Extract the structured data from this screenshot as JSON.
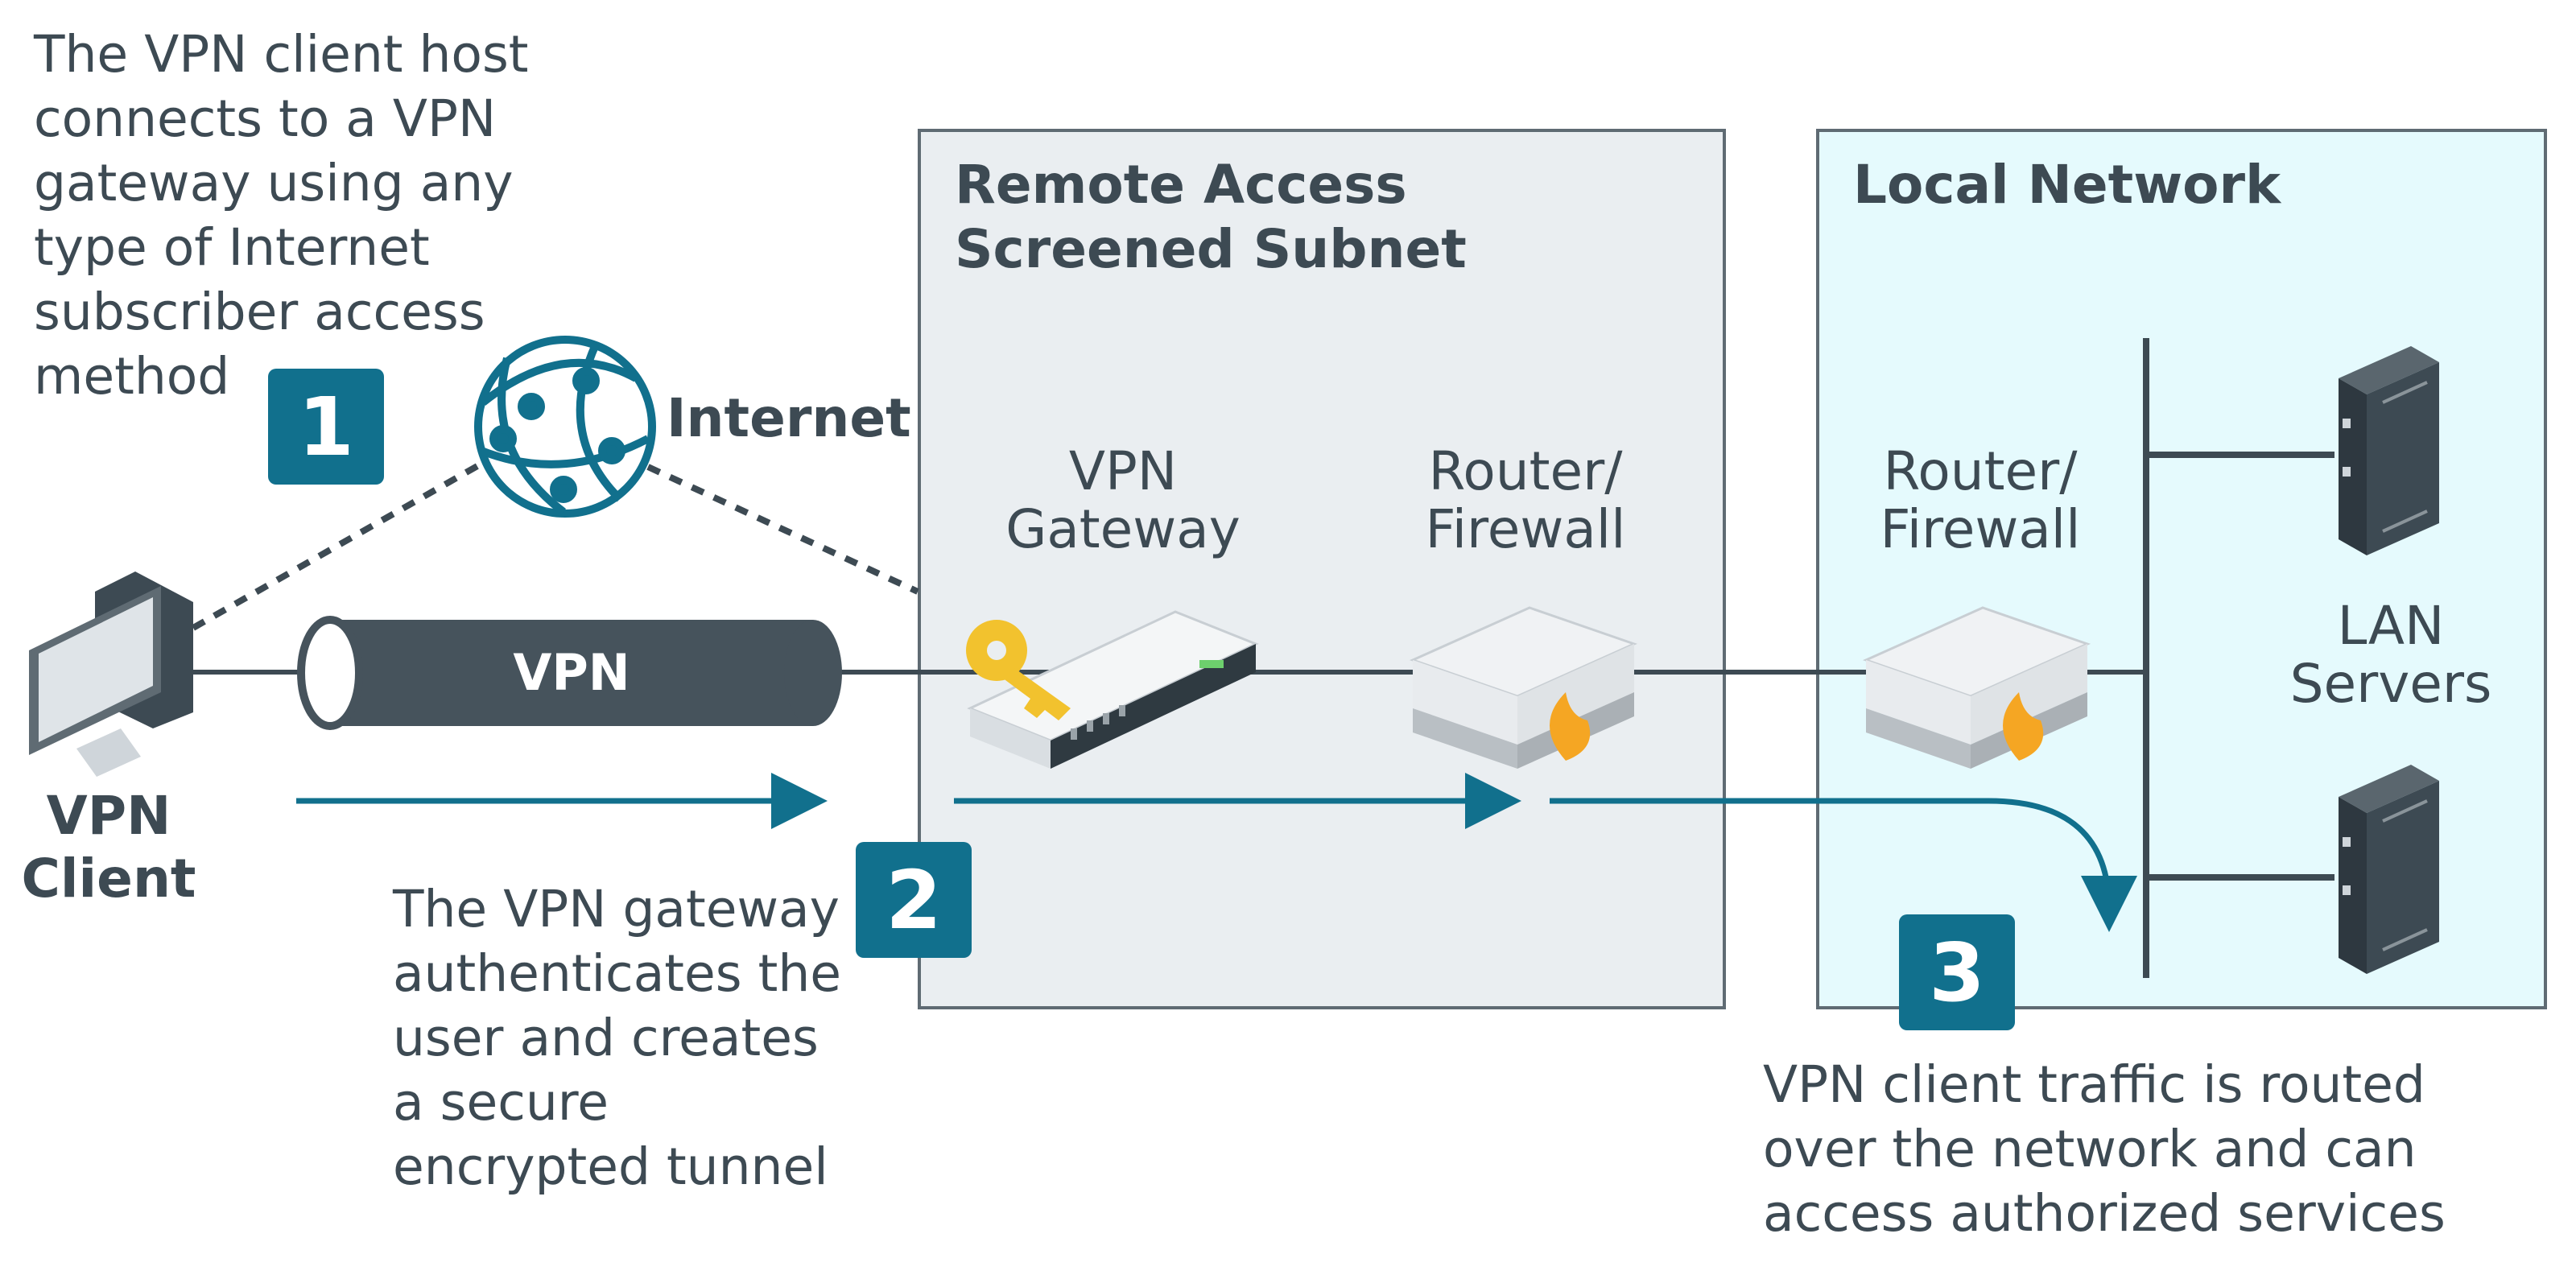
{
  "notes": {
    "step1": "The VPN client host\nconnects to a VPN\ngateway using any\ntype of Internet\nsubscriber access\nmethod",
    "step2": "The VPN gateway\nauthenticates the\nuser and creates\na secure\nencrypted tunnel",
    "step3": "VPN client traffic is routed\nover the network and can\naccess authorized services"
  },
  "badges": {
    "one": "1",
    "two": "2",
    "three": "3"
  },
  "zones": {
    "remote": "Remote Access\nScreened Subnet",
    "local": "Local Network"
  },
  "labels": {
    "internet": "Internet",
    "vpn_tunnel": "VPN",
    "vpn_client": "VPN\nClient",
    "vpn_gateway": "VPN\nGateway",
    "router_firewall_1": "Router/\nFirewall",
    "router_firewall_2": "Router/\nFirewall",
    "lan_servers": "LAN\nServers"
  },
  "colors": {
    "teal": "#11708d",
    "slate": "#3d4a53",
    "zone_remote_bg": "#eaeef1",
    "zone_local_bg": "#e5fafd",
    "key_yellow": "#f2c22e",
    "flame_orange": "#f5a623"
  },
  "icons": [
    "globe-icon",
    "computer-icon",
    "gateway-icon",
    "key-icon",
    "firewall-icon",
    "server-icon"
  ]
}
